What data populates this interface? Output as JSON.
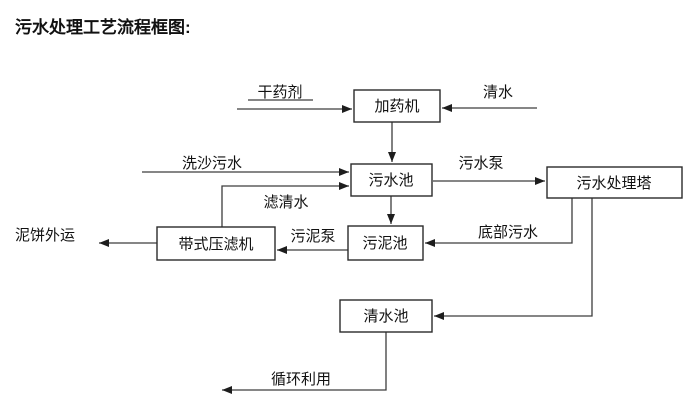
{
  "title": "污水处理工艺流程框图:",
  "diagram": {
    "nodes": {
      "dosing_machine": "加药机",
      "sewage_pool": "污水池",
      "treatment_tower": "污水处理塔",
      "sludge_pool": "污泥池",
      "belt_filter_press": "带式压滤机",
      "clean_water_pool": "清水池"
    },
    "labels": {
      "dry_agent": "干药剂",
      "clean_water": "清水",
      "sand_washing_sewage": "洗沙污水",
      "filtered_water": "滤清水",
      "sewage_pump": "污水泵",
      "bottom_sewage": "底部污水",
      "sludge_pump": "污泥泵",
      "mud_cake_out": "泥饼外运",
      "recycle": "循环利用"
    },
    "colors": {
      "line": "#3d3d3d",
      "box_border": "#2b2b2b",
      "text": "#111111",
      "background": "#ffffff"
    }
  }
}
